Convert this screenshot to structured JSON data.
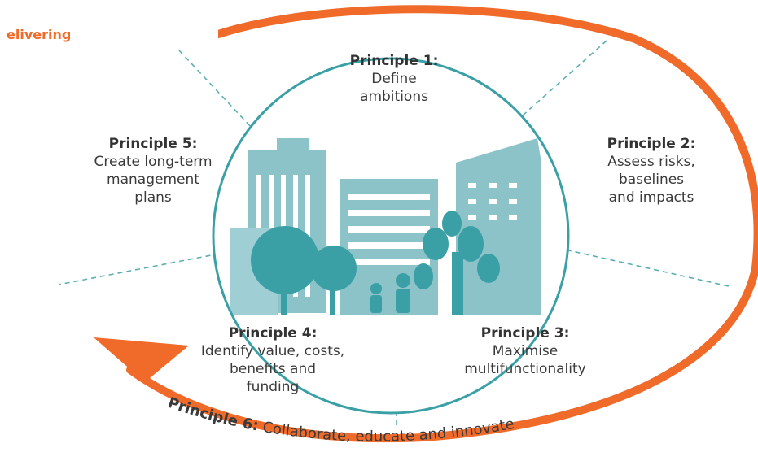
{
  "corner_label": "elivering",
  "principles": [
    {
      "title": "Principle 1:",
      "text": "Define\nambitions"
    },
    {
      "title": "Principle 2:",
      "text": "Assess risks,\nbaselines\nand impacts"
    },
    {
      "title": "Principle 3:",
      "text": "Maximise\nmultifunctionality"
    },
    {
      "title": "Principle 4:",
      "text": "Identify value, costs,\nbenefits and\nfunding"
    },
    {
      "title": "Principle 5:",
      "text": "Create long-term\nmanagement\nplans"
    }
  ],
  "principle6": {
    "title": "Principle 6:",
    "text": " Collaborate, educate and innovate"
  },
  "colors": {
    "orange": "#f06a2a",
    "teal": "#7bbcc4",
    "dark_teal": "#3aa0a6",
    "dash": "#5aaeb3"
  },
  "icons": [
    "city-illustration-icon",
    "cycle-arrow-icon"
  ]
}
